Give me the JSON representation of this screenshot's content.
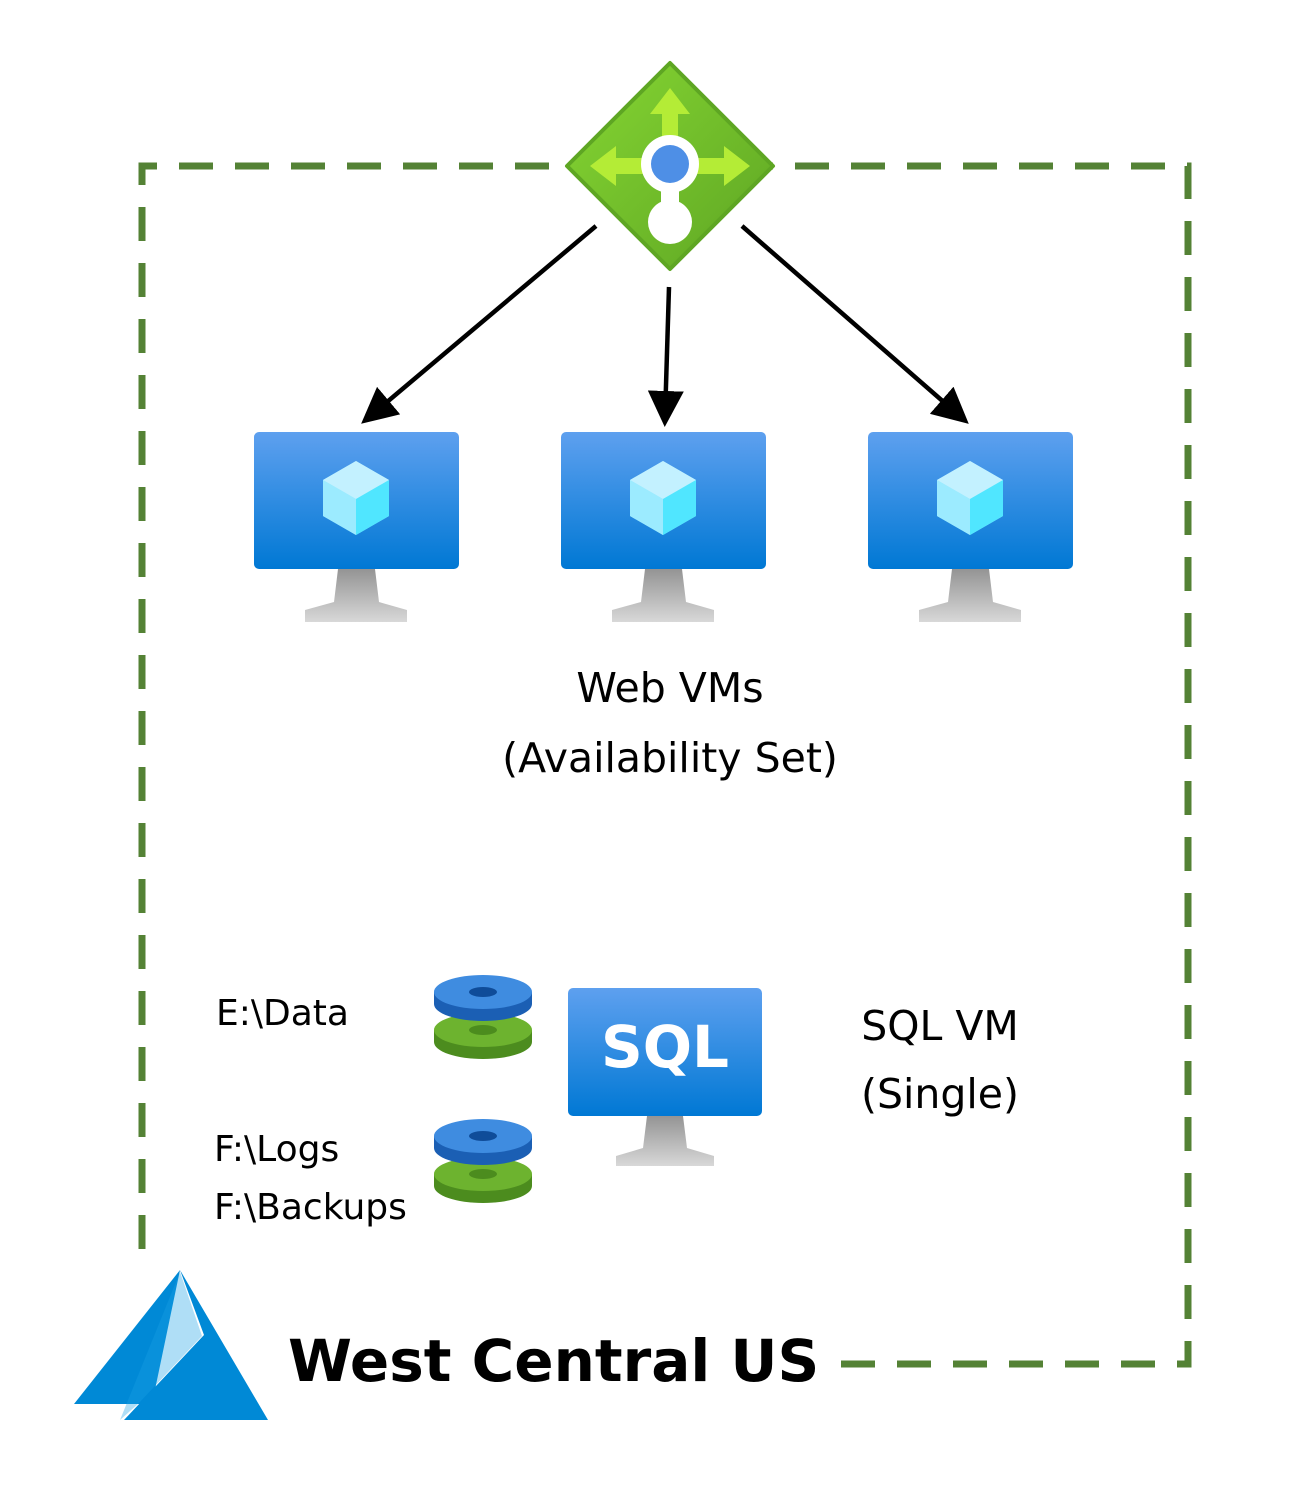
{
  "diagram": {
    "region": {
      "name": "West Central US",
      "border_color": "#548235"
    },
    "load_balancer": {
      "icon": "azure-load-balancer-icon",
      "color": "#7FBA00"
    },
    "web_tier": {
      "label_line1": "Web VMs",
      "label_line2": "(Availability Set)",
      "vm_count": 3,
      "icon": "azure-virtual-machine-icon"
    },
    "sql_tier": {
      "label_line1": "SQL VM",
      "label_line2": "(Single)",
      "icon_text": "SQL",
      "icon": "sql-virtual-machine-icon"
    },
    "disks": [
      {
        "lines": [
          "E:\\Data"
        ],
        "icon": "managed-disk-icon"
      },
      {
        "lines": [
          "F:\\Logs",
          "F:\\Backups"
        ],
        "icon": "managed-disk-icon"
      }
    ],
    "colors": {
      "vm_blue_top": "#5EA0EF",
      "vm_blue_bottom": "#0078D4",
      "disk_blue": "#2E7BD6",
      "disk_green": "#6DB32F",
      "azure_logo": "#0089D6"
    }
  }
}
